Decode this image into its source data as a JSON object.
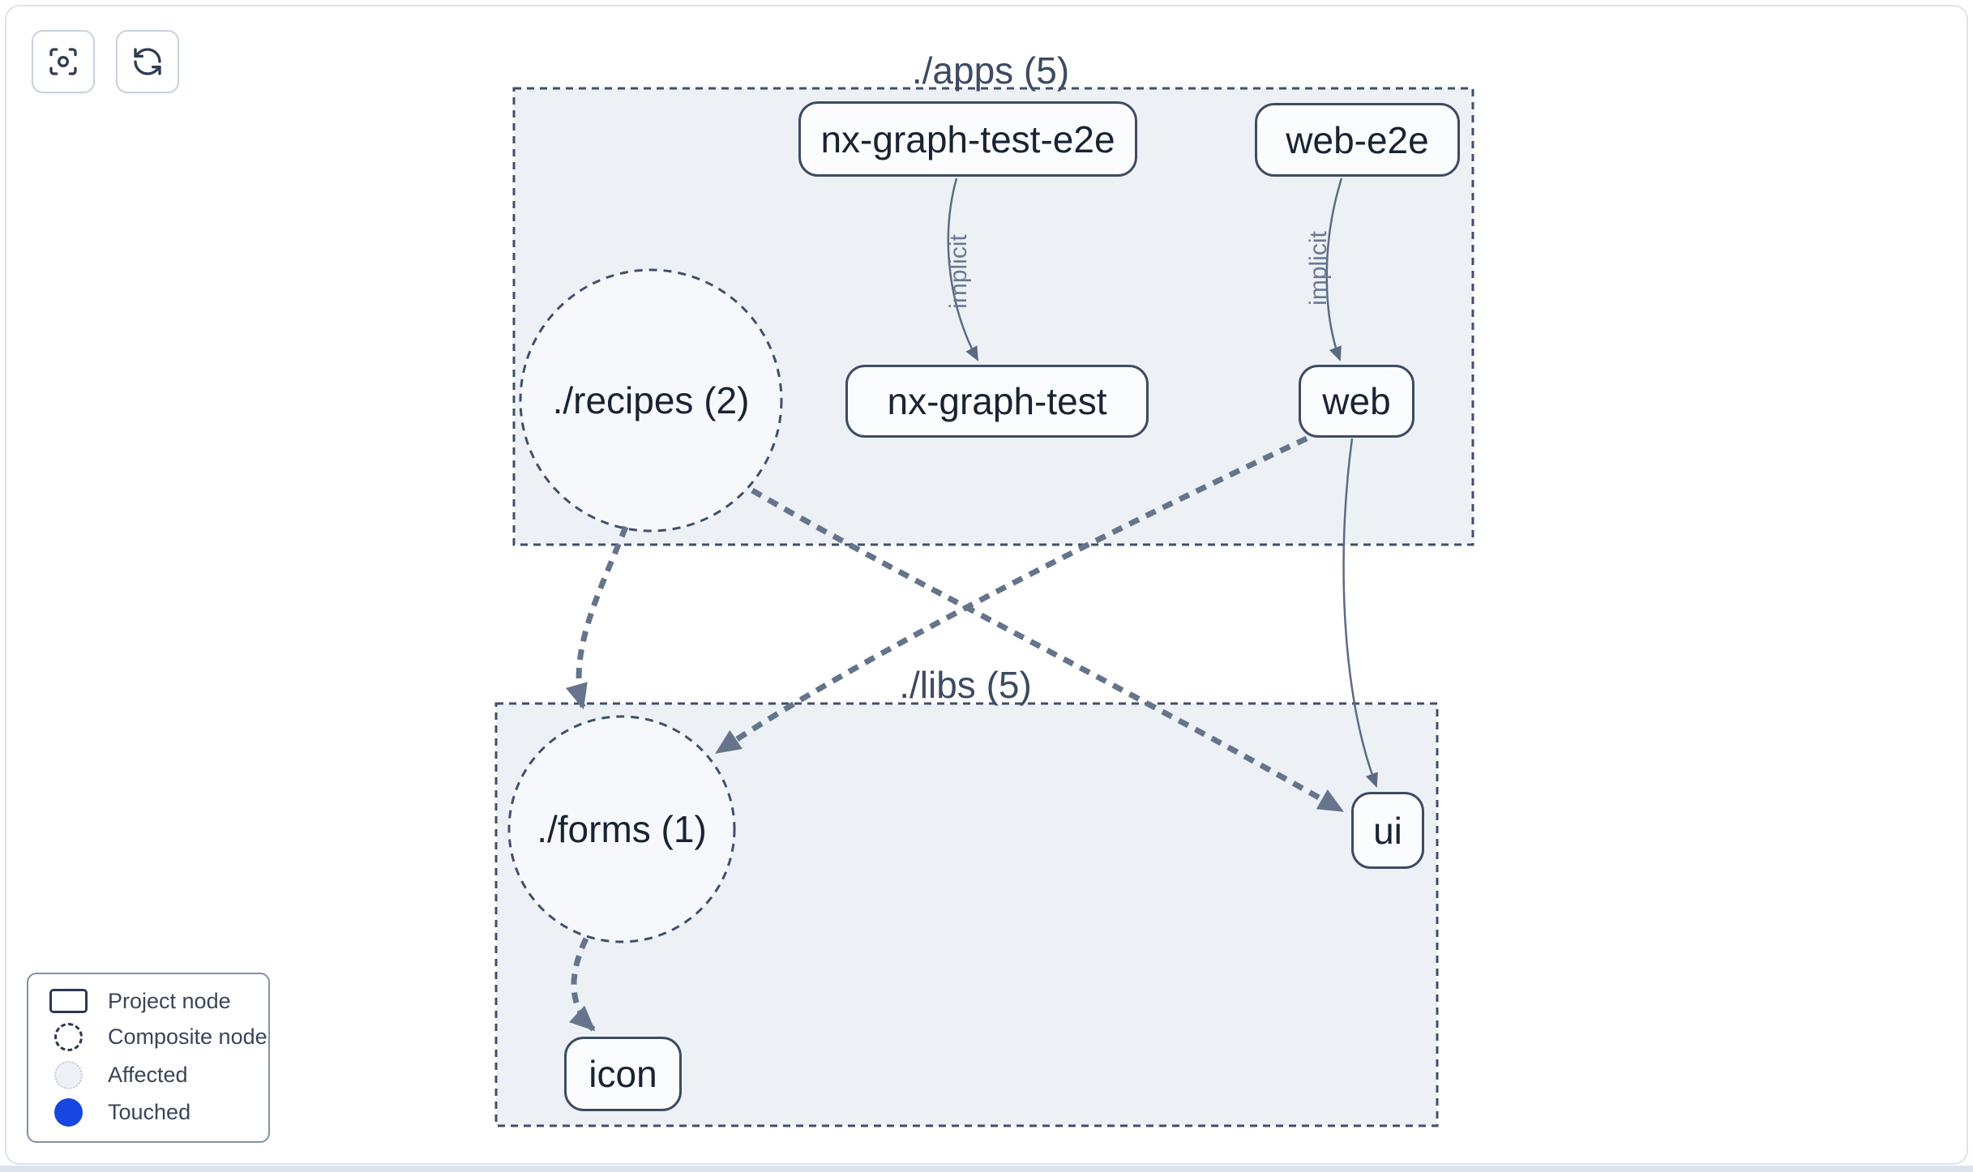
{
  "toolbar": {
    "buttons": [
      {
        "name": "focus",
        "icon": "focus-icon"
      },
      {
        "name": "refresh",
        "icon": "refresh-icon"
      }
    ]
  },
  "graph": {
    "groups": [
      {
        "id": "apps",
        "label": "./apps (5)"
      },
      {
        "id": "libs",
        "label": "./libs (5)"
      }
    ],
    "composite_nodes": [
      {
        "id": "recipes",
        "label": "./recipes (2)",
        "group": "apps"
      },
      {
        "id": "forms",
        "label": "./forms (1)",
        "group": "libs"
      }
    ],
    "project_nodes": [
      {
        "id": "nx-graph-test-e2e",
        "label": "nx-graph-test-e2e",
        "group": "apps"
      },
      {
        "id": "web-e2e",
        "label": "web-e2e",
        "group": "apps"
      },
      {
        "id": "nx-graph-test",
        "label": "nx-graph-test",
        "group": "apps"
      },
      {
        "id": "web",
        "label": "web",
        "group": "apps"
      },
      {
        "id": "ui",
        "label": "ui",
        "group": "libs"
      },
      {
        "id": "icon",
        "label": "icon",
        "group": "libs"
      }
    ],
    "edges": [
      {
        "from": "nx-graph-test-e2e",
        "to": "nx-graph-test",
        "style": "solid",
        "label": "implicit"
      },
      {
        "from": "web-e2e",
        "to": "web",
        "style": "solid",
        "label": "implicit"
      },
      {
        "from": "./recipes (2)",
        "to": "./forms (1)",
        "style": "thick-dashed",
        "label": ""
      },
      {
        "from": "./recipes (2)",
        "to": "ui",
        "style": "thick-dashed",
        "label": ""
      },
      {
        "from": "web",
        "to": "./forms (1)",
        "style": "thick-dashed",
        "label": ""
      },
      {
        "from": "web",
        "to": "ui",
        "style": "solid",
        "label": ""
      },
      {
        "from": "./forms (1)",
        "to": "icon",
        "style": "thick-dashed",
        "label": ""
      }
    ]
  },
  "legend": {
    "items": [
      {
        "swatch": "project-rect",
        "label": "Project node"
      },
      {
        "swatch": "composite-circle",
        "label": "Composite node"
      },
      {
        "swatch": "affected-circle",
        "label": "Affected"
      },
      {
        "swatch": "touched-circle",
        "label": "Touched"
      }
    ]
  },
  "colors": {
    "touched_blue": "#1746e0",
    "group_fill": "#edf1f6",
    "edge": "#64748b",
    "node_border": "#3e4b61",
    "dark_text": "#1a2332"
  }
}
